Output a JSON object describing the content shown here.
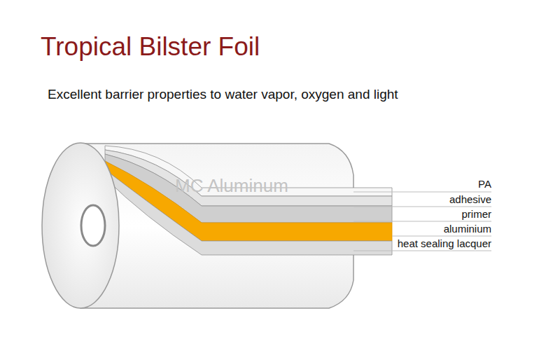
{
  "diagram": {
    "title": "Tropical Bilster Foil",
    "labels": [
      "Excellent barrier properties to water vapor, oxygen and light",
      "MC Aluminum",
      "PA",
      "adhesive",
      "primer",
      "aluminium",
      "heat sealing lacquer"
    ]
  }
}
